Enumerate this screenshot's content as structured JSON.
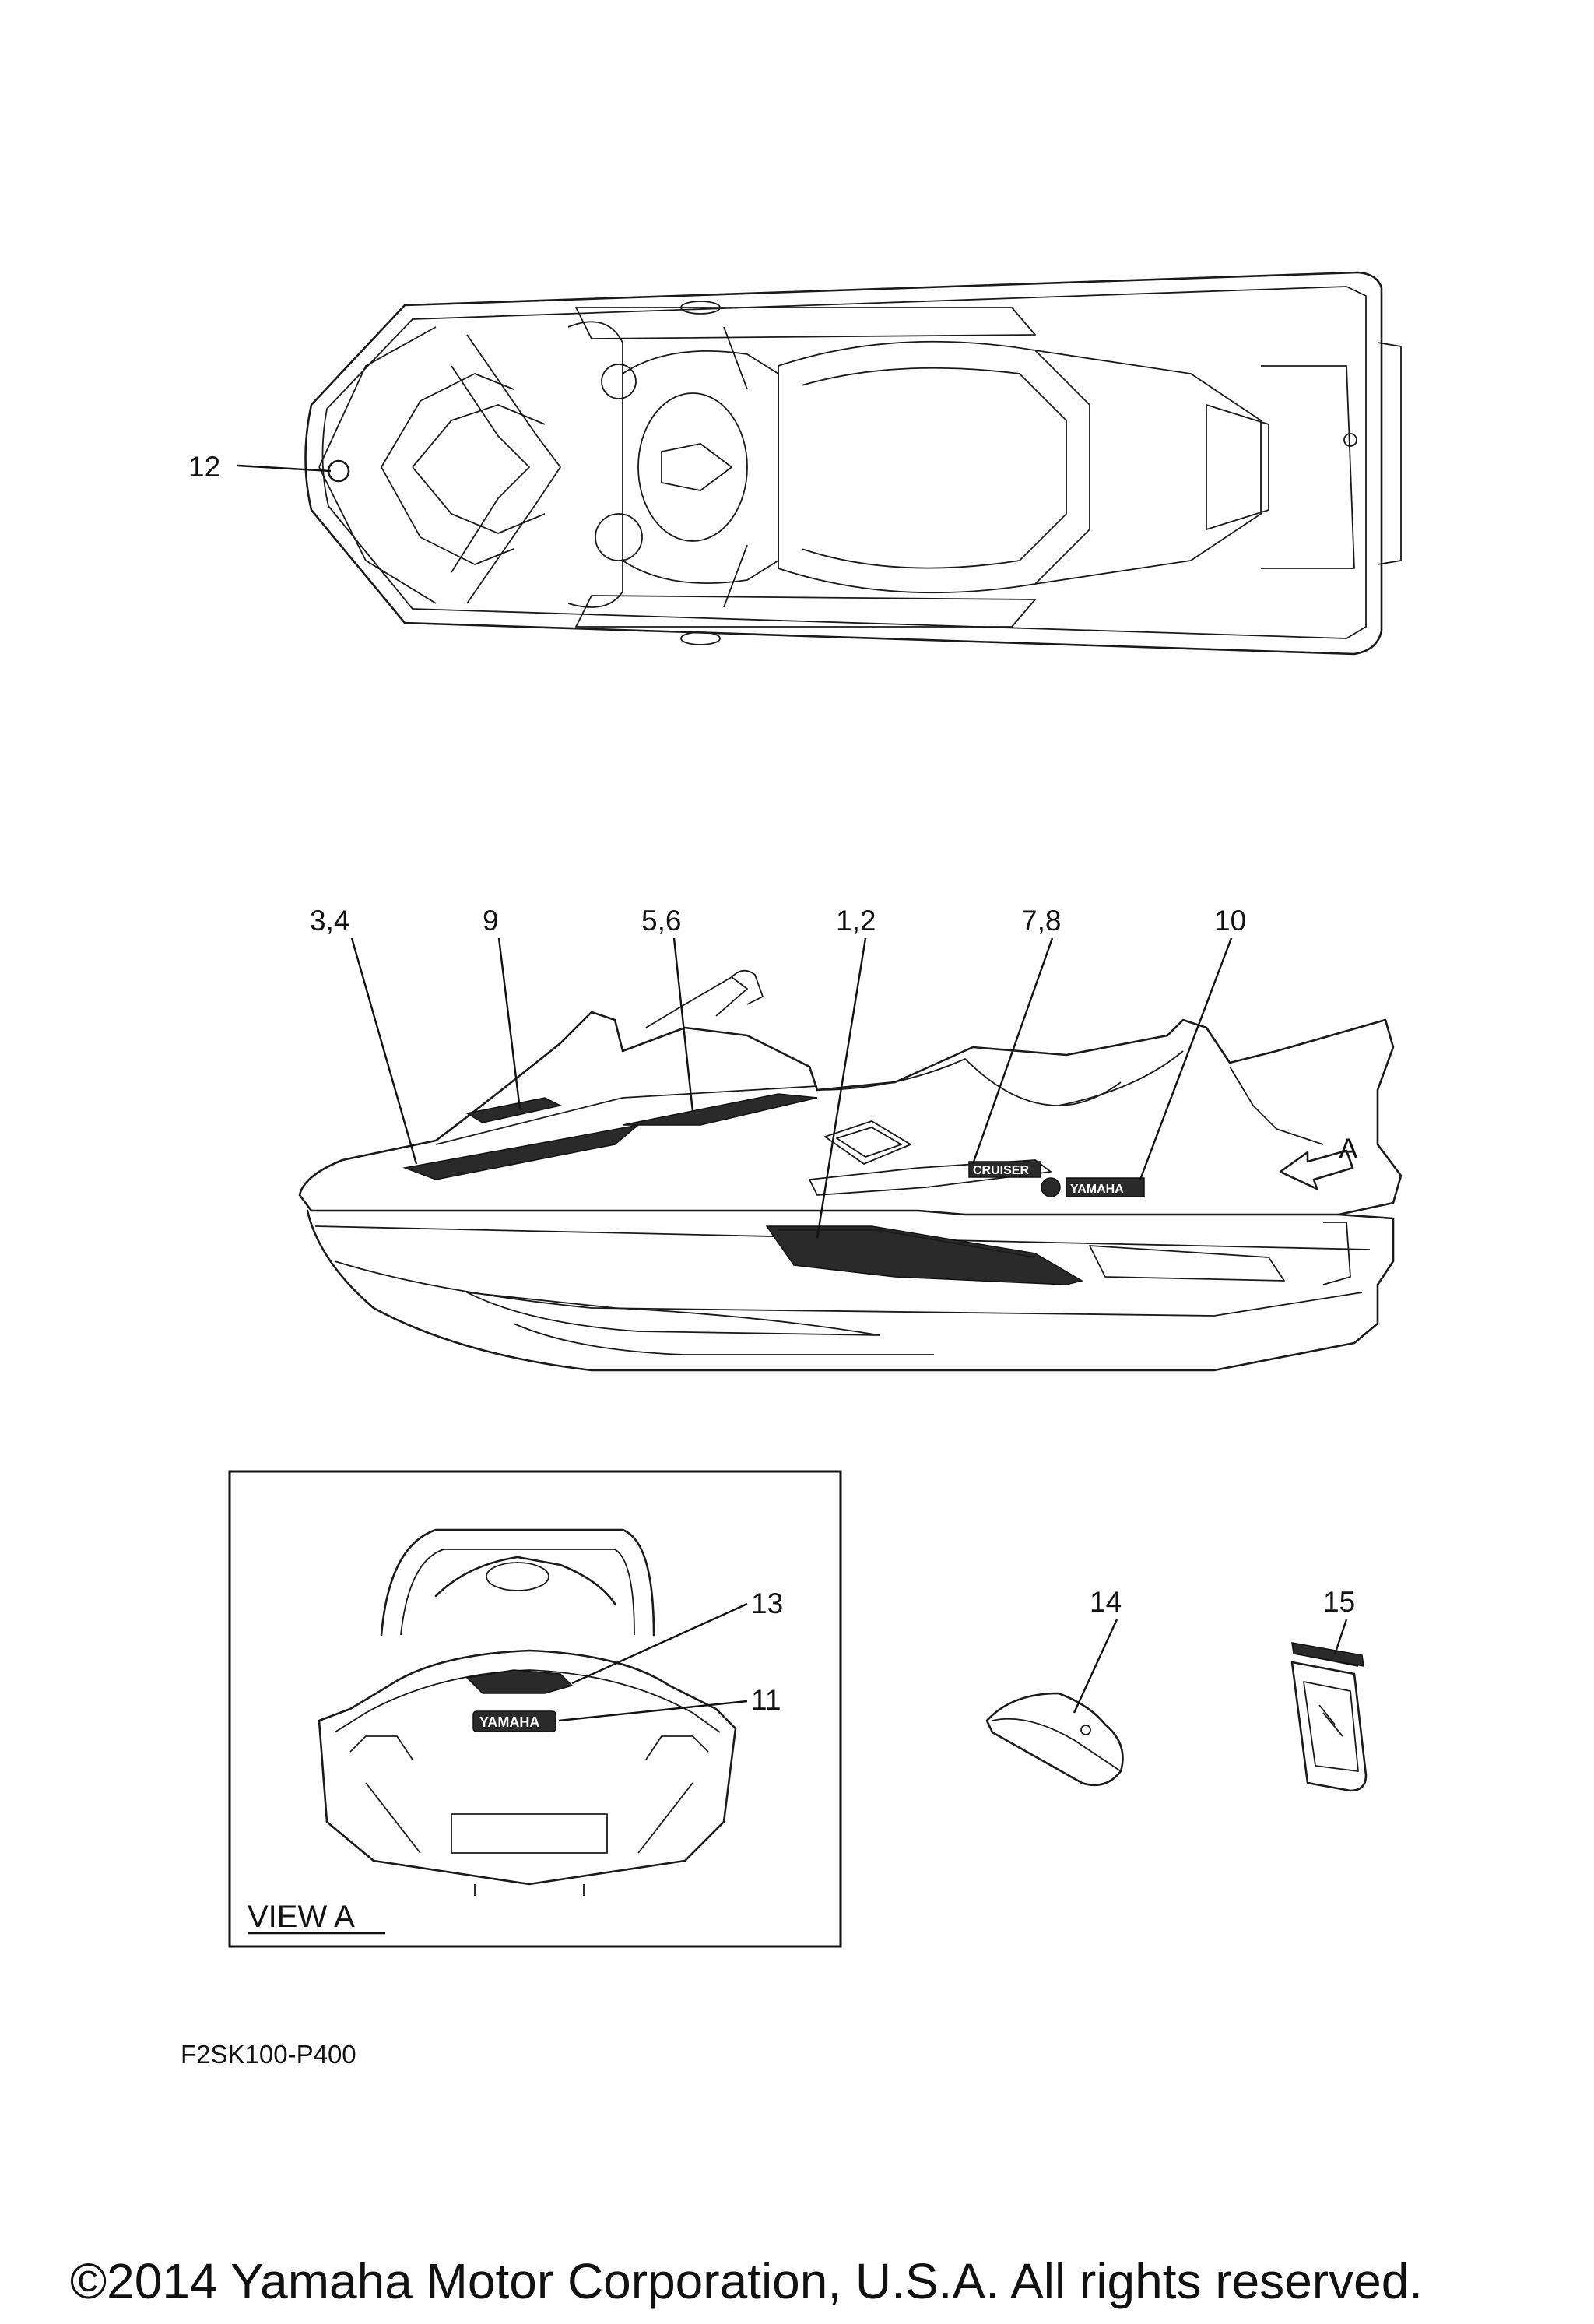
{
  "copyright": "©2014 Yamaha Motor Corporation, U.S.A. All rights reserved.",
  "part_code": "F2SK100-P400",
  "view_label": "VIEW A",
  "view_arrow_label": "A",
  "callouts": {
    "c12": "12",
    "c34": "3,4",
    "c9": "9",
    "c56": "5,6",
    "c12b": "1,2",
    "c78": "7,8",
    "c10": "10",
    "c13": "13",
    "c11": "11",
    "c14": "14",
    "c15": "15"
  },
  "decals": {
    "cruiser": "CRUISER",
    "yamaha_side": "YAMAHA",
    "yamaha_rear": "YAMAHA"
  }
}
